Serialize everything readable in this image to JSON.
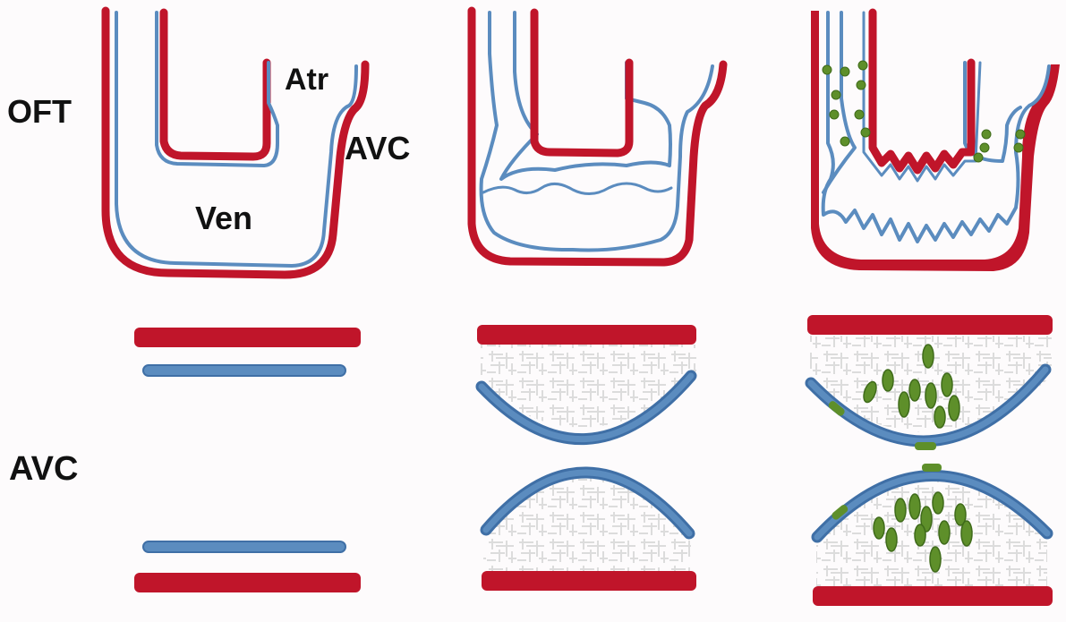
{
  "labels": {
    "oft": "OFT",
    "atr": "Atr",
    "avc_top": "AVC",
    "ven": "Ven",
    "avc_bottom": "AVC"
  },
  "colors": {
    "myocardium": "#c0152a",
    "endocardium": "#5b8cbf",
    "endocardium_dark": "#3f6fa6",
    "cushion_matrix": "#dcdcdc",
    "mesenchymal_cell": "#5e8f2a",
    "mesenchymal_cell_dark": "#3f6b1a",
    "background": "#fdfbfc"
  },
  "panels": {
    "top": [
      "heart-tube-stage-1",
      "heart-tube-stage-2",
      "heart-tube-stage-3"
    ],
    "bottom": [
      "avc-section-stage-1",
      "avc-section-stage-2",
      "avc-section-stage-3"
    ]
  }
}
